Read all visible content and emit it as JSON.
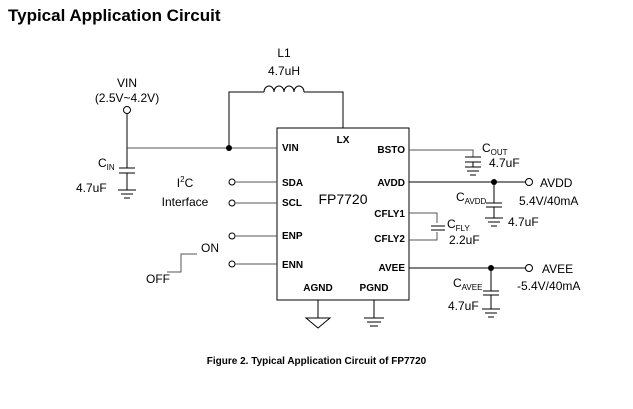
{
  "heading": "Typical Application Circuit",
  "caption": "Figure 2. Typical Application Circuit of FP7720",
  "ic": {
    "name": "FP7720",
    "pins_left": [
      "VIN",
      "SDA",
      "SCL",
      "ENP",
      "ENN"
    ],
    "pins_right": [
      "BSTO",
      "AVDD",
      "CFLY1",
      "CFLY2",
      "AVEE"
    ],
    "pins_top": [
      "LX"
    ],
    "pins_bottom": [
      "AGND",
      "PGND"
    ]
  },
  "inductor": {
    "name": "L1",
    "value": "4.7uH"
  },
  "vin": {
    "name": "VIN",
    "range": "(2.5V~4.2V)"
  },
  "cin": {
    "name": "C",
    "sub": "IN",
    "value": "4.7uF"
  },
  "cout": {
    "name": "C",
    "sub": "OUT",
    "value": "4.7uF"
  },
  "cavdd": {
    "name": "C",
    "sub": "AVDD",
    "value": "4.7uF"
  },
  "cfly": {
    "name": "C",
    "sub": "FLY",
    "value": "2.2uF"
  },
  "cavee": {
    "name": "C",
    "sub": "AVEE",
    "value": "4.7uF"
  },
  "i2c": {
    "name": "I",
    "sup": "2",
    "tail": "C",
    "line2": "Interface"
  },
  "switch": {
    "on": "ON",
    "off": "OFF"
  },
  "avdd": {
    "name": "AVDD",
    "spec": "5.4V/40mA"
  },
  "avee": {
    "name": "AVEE",
    "spec": "-5.4V/40mA"
  }
}
